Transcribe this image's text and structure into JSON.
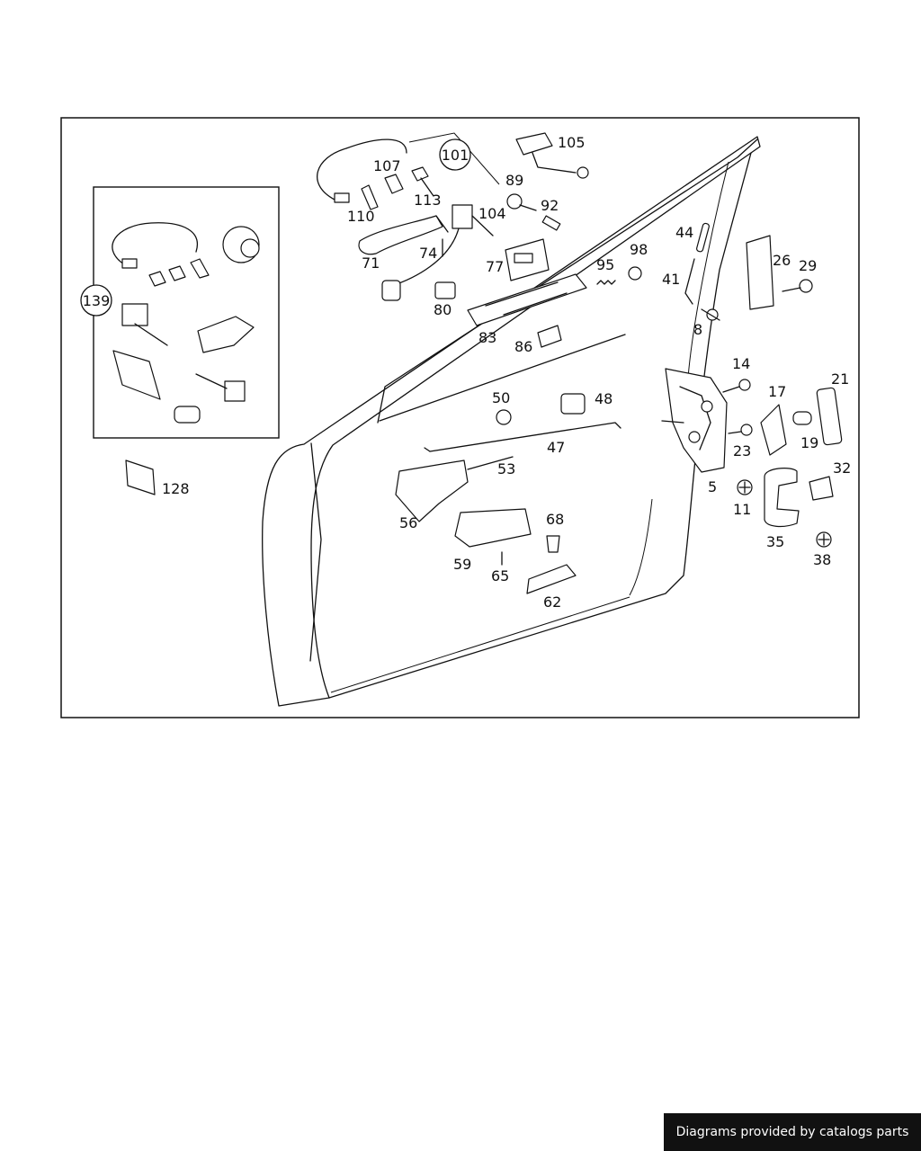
{
  "credit": "Diagrams provided by catalogs parts",
  "labels": {
    "l101": "101",
    "l105": "105",
    "l107": "107",
    "l113": "113",
    "l110": "110",
    "l104": "104",
    "l89": "89",
    "l92": "92",
    "l71": "71",
    "l74": "74",
    "l77": "77",
    "l80": "80",
    "l83": "83",
    "l86": "86",
    "l95": "95",
    "l98": "98",
    "l44": "44",
    "l41": "41",
    "l8": "8",
    "l26": "26",
    "l29": "29",
    "l139": "139",
    "l128": "128",
    "l14": "14",
    "l17": "17",
    "l21": "21",
    "l19": "19",
    "l23": "23",
    "l5": "5",
    "l11": "11",
    "l32": "32",
    "l35": "35",
    "l38": "38",
    "l50": "50",
    "l48": "48",
    "l47": "47",
    "l53": "53",
    "l56": "56",
    "l59": "59",
    "l68": "68",
    "l65": "65",
    "l62": "62"
  }
}
